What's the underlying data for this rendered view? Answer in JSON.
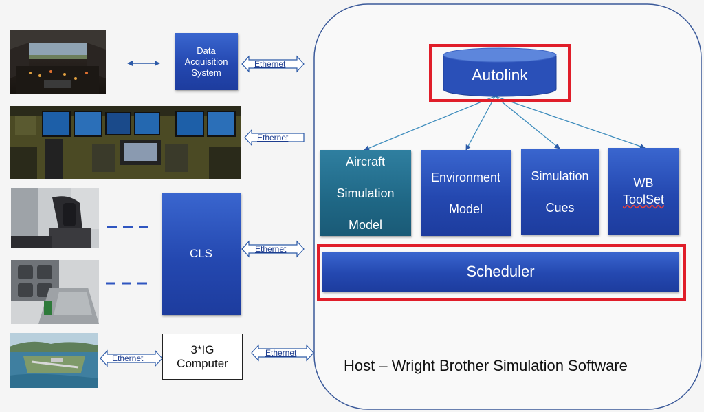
{
  "host": {
    "label": "Host – Wright Brother Simulation Software"
  },
  "autolink": {
    "label": "Autolink"
  },
  "modules": [
    {
      "lines": [
        "Aircraft",
        "Simulation",
        "Model"
      ]
    },
    {
      "lines": [
        "Environment",
        "Model"
      ]
    },
    {
      "lines": [
        "Simulation",
        "Cues"
      ]
    },
    {
      "lines": [
        "WB",
        "ToolSet"
      ]
    }
  ],
  "scheduler": {
    "label": "Scheduler"
  },
  "data_acquisition": {
    "lines": [
      "Data",
      "Acquisition",
      "System"
    ]
  },
  "cls": {
    "label": "CLS"
  },
  "ig_computer": {
    "lines": [
      "3*IG",
      "Computer"
    ]
  },
  "links": {
    "eth1": "Ethernet",
    "eth2": "Ethernet",
    "eth3": "Ethernet",
    "eth4": "Ethernet",
    "eth5": "Ethernet"
  },
  "colors": {
    "box_blue": "#2448b0",
    "teal": "#1f6785",
    "highlight_red": "#e01e2a",
    "host_border": "#3b5a9a"
  },
  "photos": [
    "cockpit-view-photo",
    "instrument-panel-photo",
    "control-yoke-photo",
    "pedestal-hardware-photo",
    "airport-visual-photo"
  ]
}
